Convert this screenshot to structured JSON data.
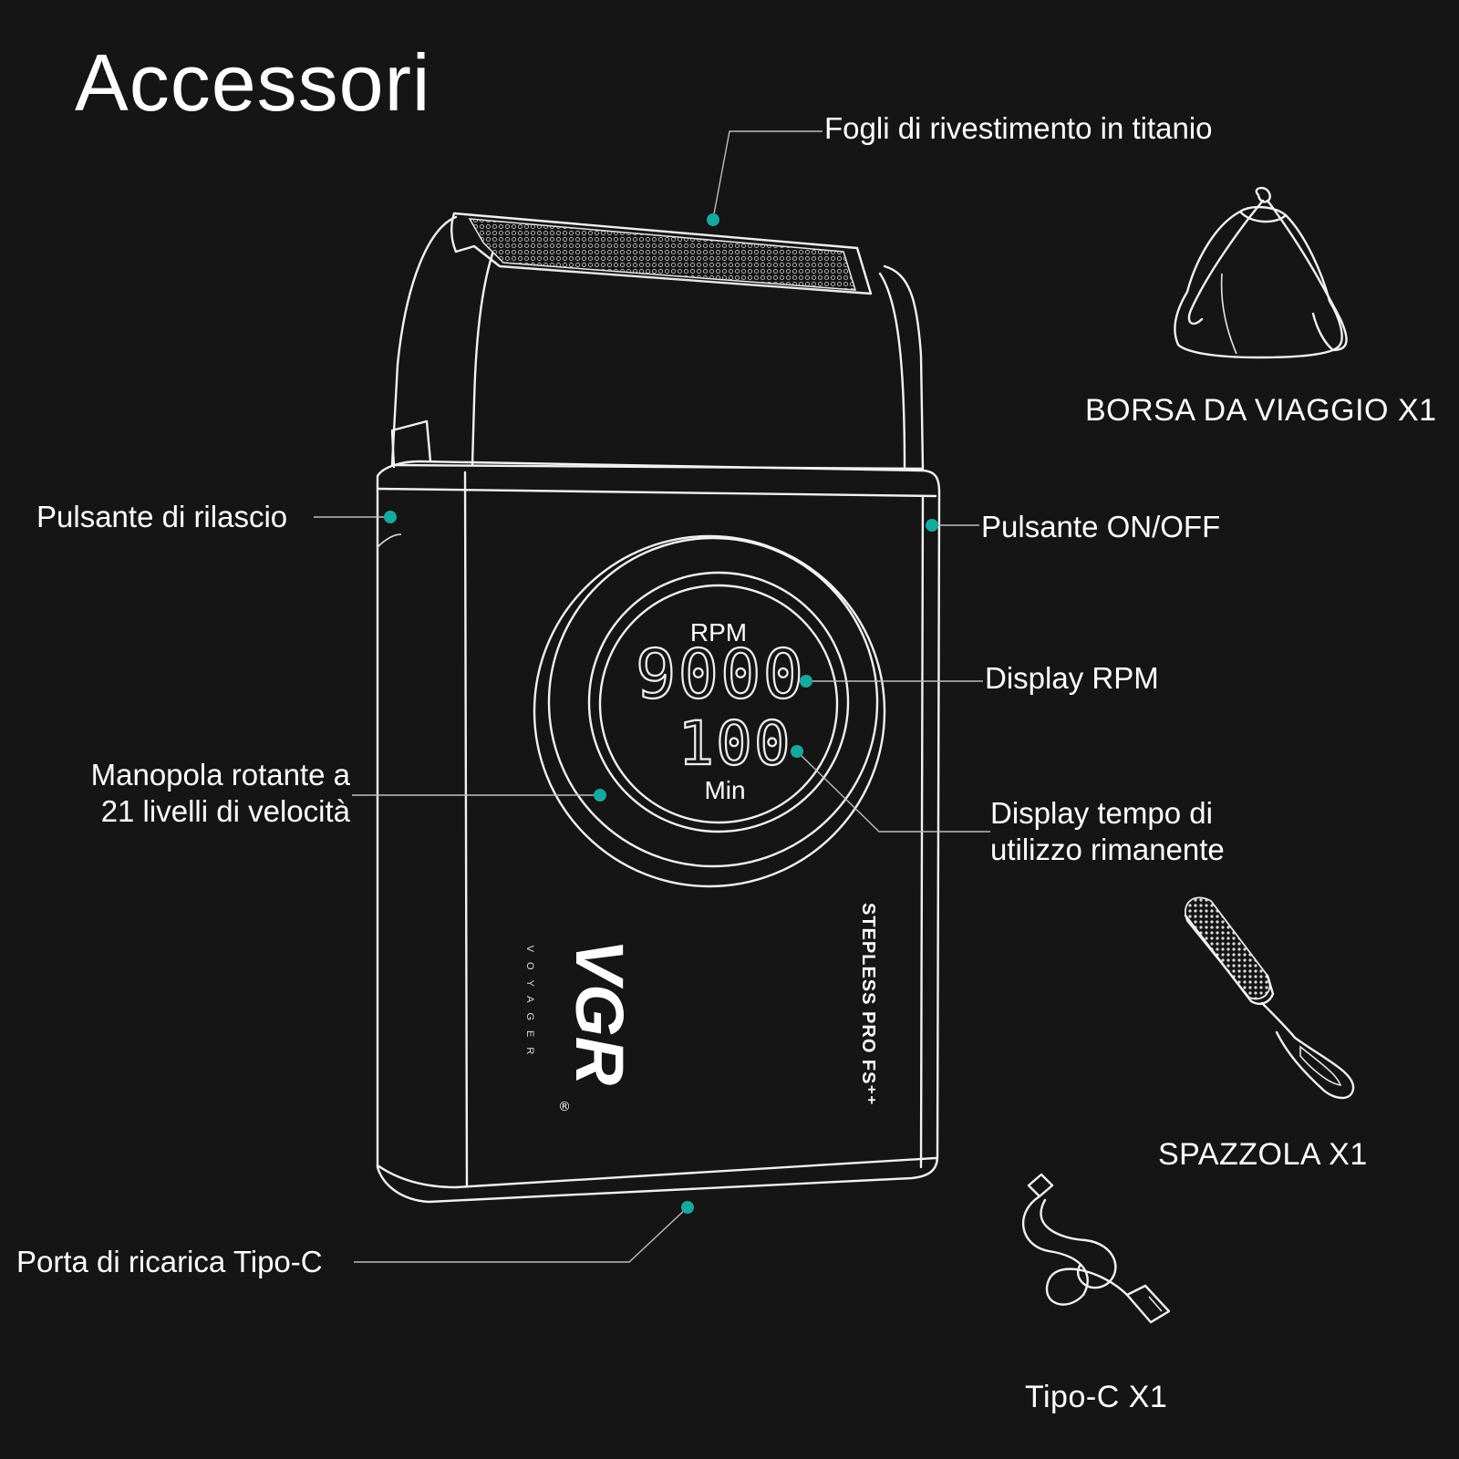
{
  "title": "Accessori",
  "callouts": {
    "foil": "Fogli di rivestimento in titanio",
    "release": "Pulsante di rilascio",
    "power": "Pulsante ON/OFF",
    "rpm_display": "Display RPM",
    "dial_line1": "Manopola rotante a",
    "dial_line2": "21 livelli di velocità",
    "time_line1": "Display tempo di",
    "time_line2": "utilizzo rimanente",
    "port": "Porta di ricarica Tipo-C"
  },
  "device": {
    "brand": "VGR",
    "brand_sub": "VOYAGER",
    "model": "STEPLESS PRO FS⁺⁺",
    "display": {
      "rpm_label": "RPM",
      "rpm_value": "9000",
      "time_value": "100",
      "time_unit": "Min"
    }
  },
  "accessories": {
    "bag": "BORSA DA VIAGGIO X1",
    "brush": "SPAZZOLA X1",
    "cable": "Tipo-C X1"
  },
  "colors": {
    "background": "#151515",
    "accent": "#17a89e",
    "line": "#f2f2f2"
  }
}
